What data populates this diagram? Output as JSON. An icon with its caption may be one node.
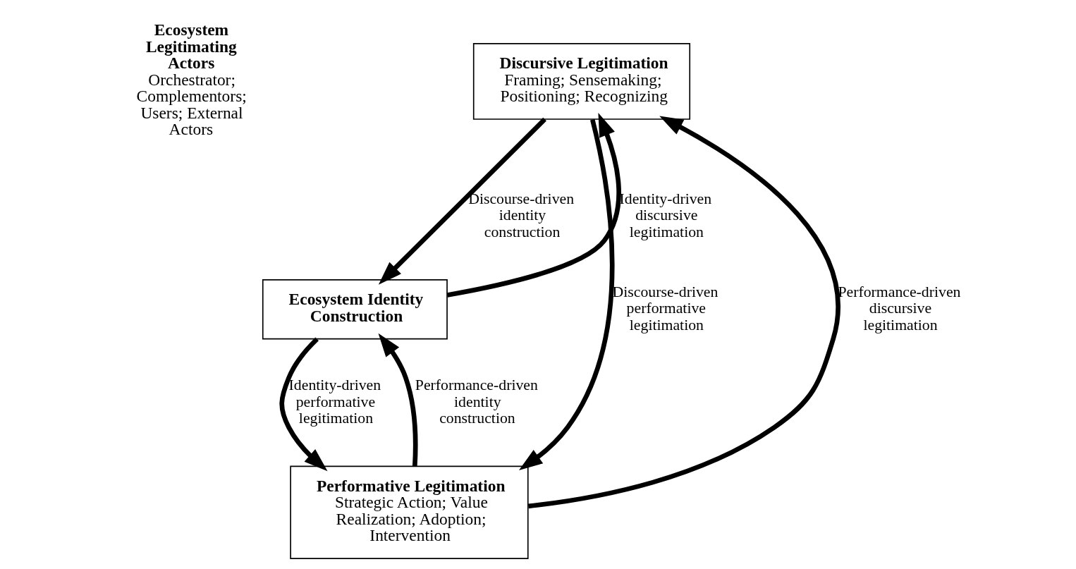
{
  "diagram": {
    "nodes": [
      {
        "text": [
          "Discursive Legitimation",
          "Framing; Sensemaking; Positioning; Recognizing"
        ]
      },
      {
        "text": [
          "Ecosystem Identity Construction"
        ]
      },
      {
        "text": [
          "Performative Legitimation",
          "Strategic Action; Value Realization; Adoption; Intervention"
        ]
      }
    ],
    "edges": [
      {
        "from": 0,
        "to": 1,
        "arrow": "to",
        "label": "Discourse-driven identity construction"
      },
      {
        "from": 1,
        "to": 0,
        "arrow": "to",
        "label": "Identity-driven discursive legitimation"
      },
      {
        "from": 1,
        "to": 2,
        "arrow": "to",
        "label": "Identity-driven performative legitimation"
      },
      {
        "from": 2,
        "to": 1,
        "arrow": "to",
        "label": "Performance-driven identity construction"
      },
      {
        "from": 2,
        "to": 0,
        "arrow": "to",
        "label": "Performance-driven discursive legitimation"
      },
      {
        "from": 0,
        "to": 2,
        "arrow": "to",
        "label": "Discourse-driven performative legitimation"
      }
    ],
    "labels": [
      "Ecosystem Legitimating Actors",
      "Orchestrator; Complementors; Users; External Actors"
    ]
  }
}
